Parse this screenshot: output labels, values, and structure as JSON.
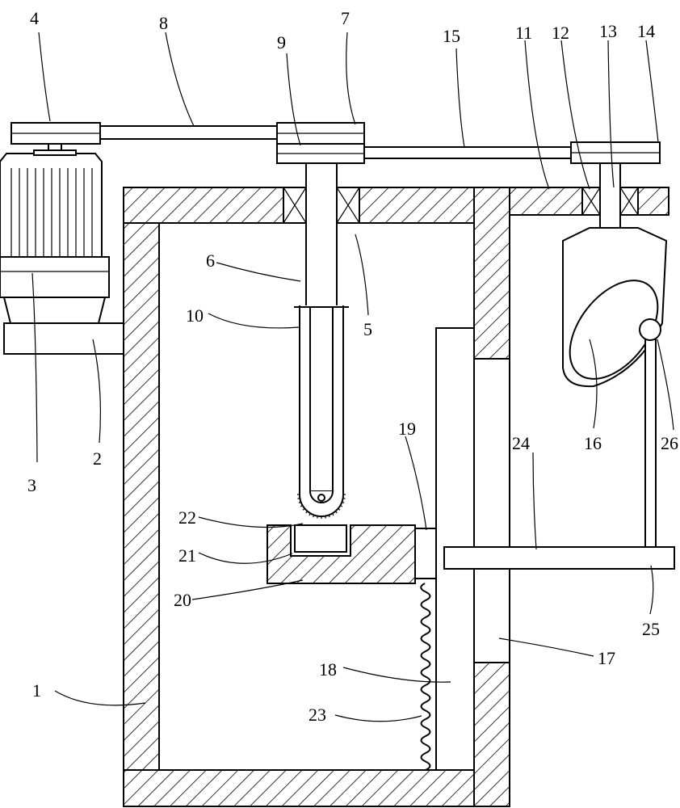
{
  "colors": {
    "line": "#000000",
    "paper": "#ffffff"
  },
  "labels": {
    "l1": "1",
    "l2": "2",
    "l3": "3",
    "l4": "4",
    "l5": "5",
    "l6": "6",
    "l7": "7",
    "l8": "8",
    "l9": "9",
    "l10": "10",
    "l11": "11",
    "l12": "12",
    "l13": "13",
    "l14": "14",
    "l15": "15",
    "l16": "16",
    "l17": "17",
    "l18": "18",
    "l19": "19",
    "l20": "20",
    "l21": "21",
    "l22": "22",
    "l23": "23",
    "l24": "24",
    "l25": "25",
    "l26": "26"
  }
}
